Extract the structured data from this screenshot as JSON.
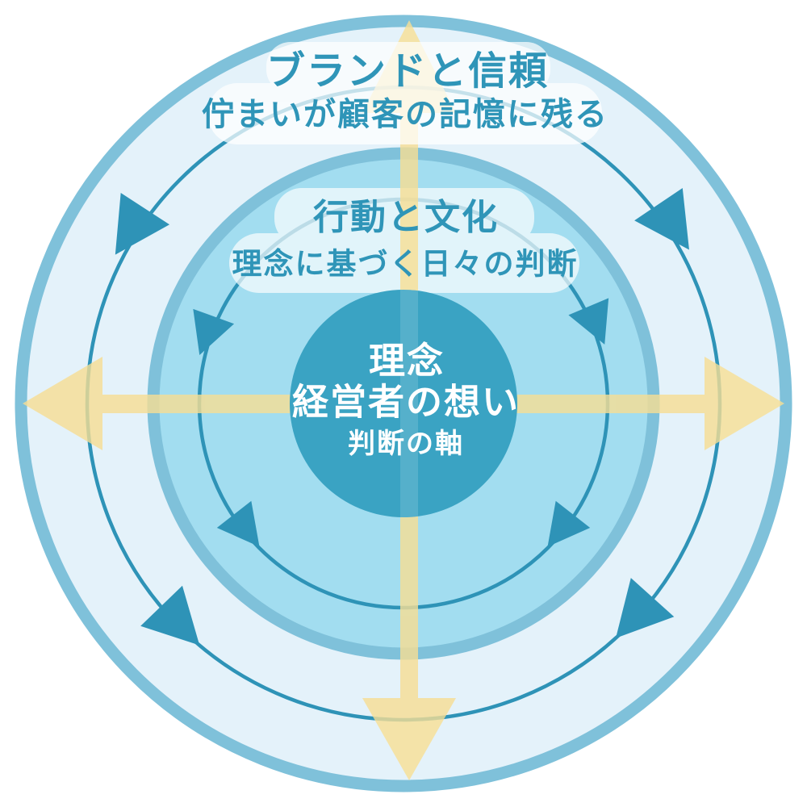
{
  "diagram": {
    "outer_ring": {
      "title": "ブランドと信頼",
      "subtitle": "佇まいが顧客の記憶に残る"
    },
    "middle_ring": {
      "title": "行動と文化",
      "subtitle": "理念に基づく日々の判断"
    },
    "center_circle": {
      "line1": "理念",
      "line2": "経営者の想い",
      "line3": "判断の軸"
    },
    "colors": {
      "outer_ring_fill": "#E4F2FA",
      "middle_ring_fill": "#A2DDF0",
      "ring_border": "#7FC1DA",
      "center_fill": "#3AA3C3",
      "orbit_line": "#2E93B7",
      "rotation_arrow": "#2E93B7",
      "radiating_arrow": "#F7DE93",
      "label_text": "#2F95B8",
      "center_text": "#FFFFFF"
    }
  }
}
